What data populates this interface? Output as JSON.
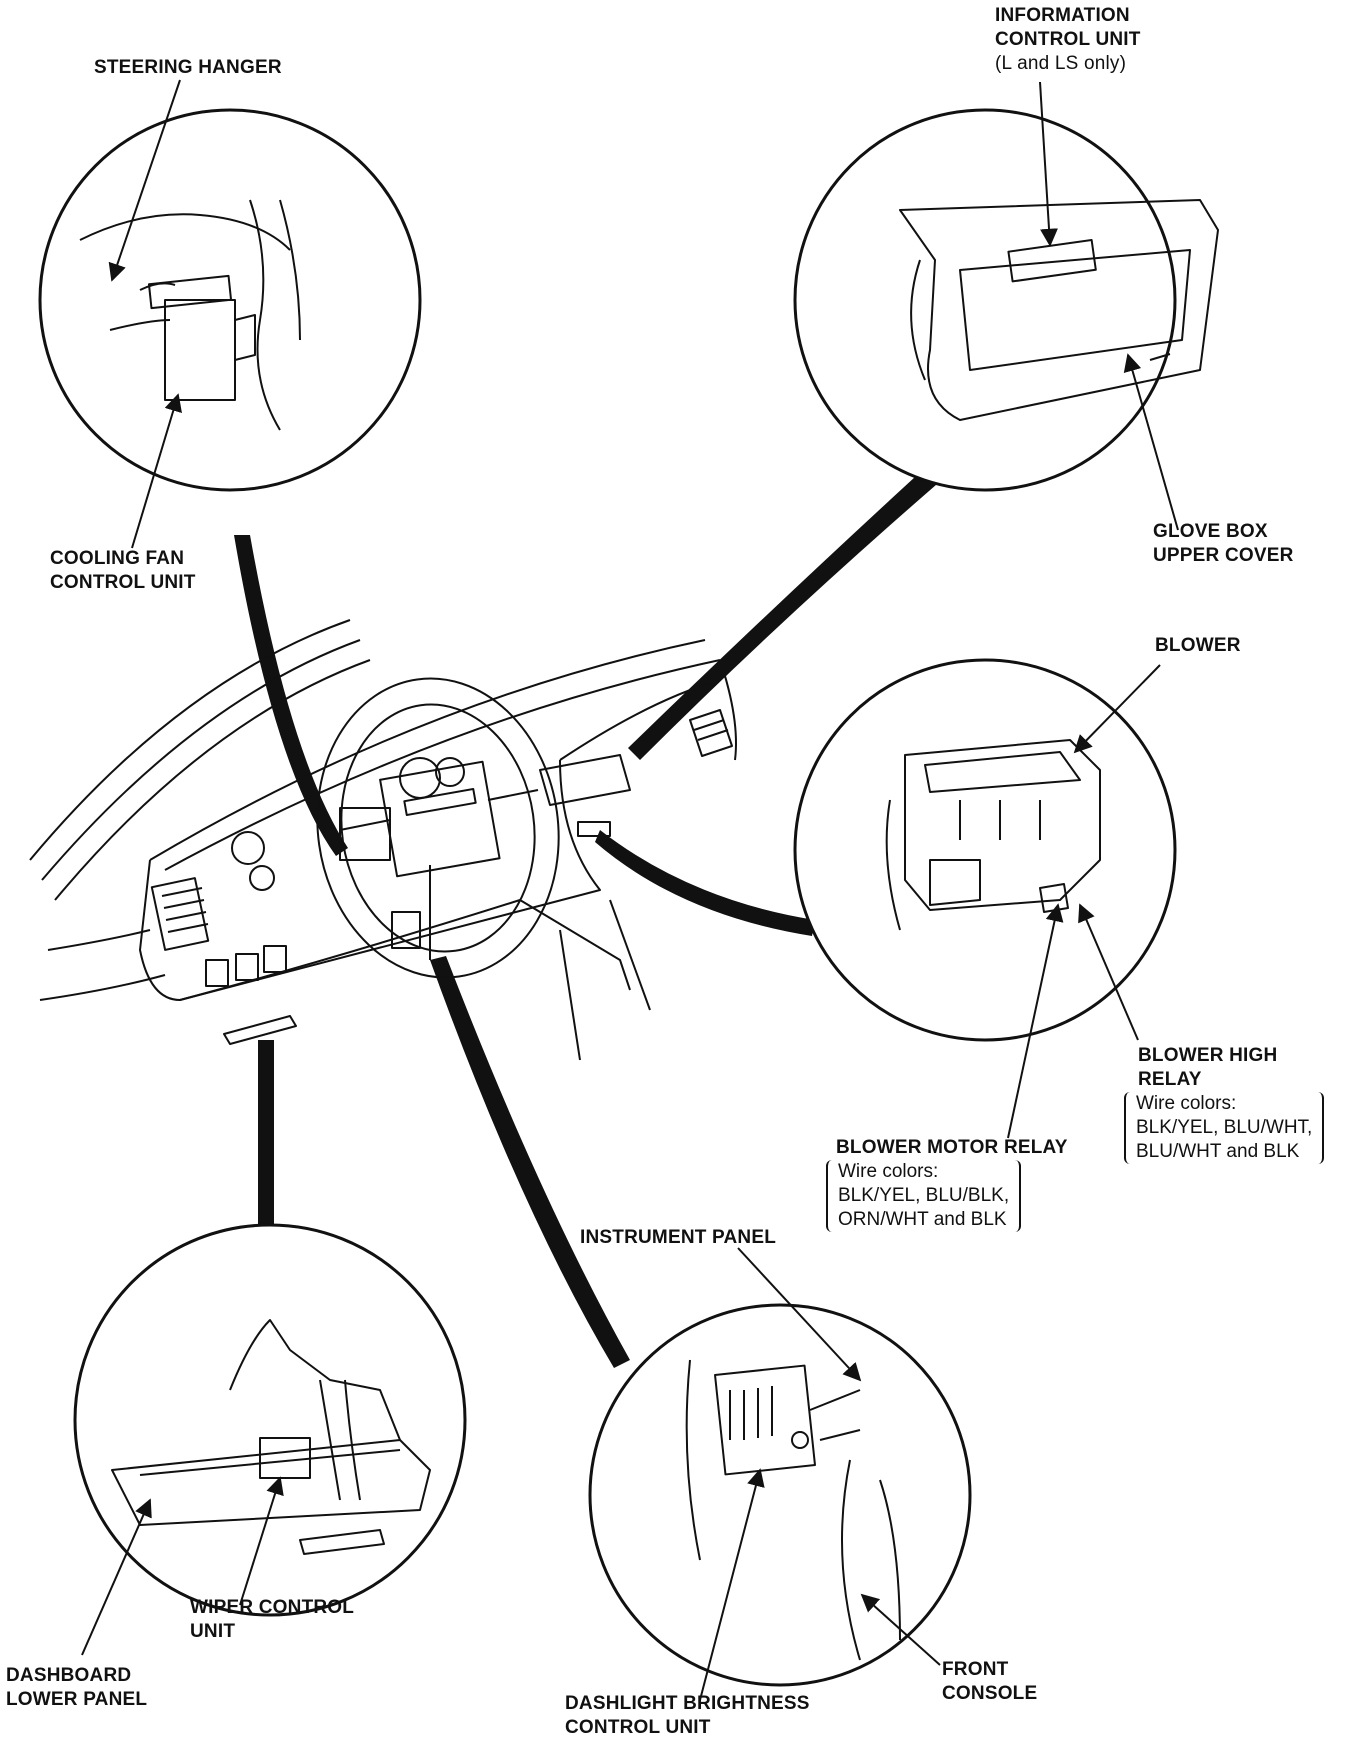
{
  "labels": {
    "steering_hanger": "STEERING HANGER",
    "cooling_fan": [
      "COOLING FAN",
      "CONTROL UNIT"
    ],
    "information_control": [
      "INFORMATION",
      "CONTROL UNIT",
      "(L and LS only)"
    ],
    "glove_box": [
      "GLOVE BOX",
      "UPPER COVER"
    ],
    "blower": "BLOWER",
    "blower_high_relay": [
      "BLOWER HIGH",
      "RELAY"
    ],
    "blower_high_wires": [
      "Wire colors:",
      "BLK/YEL, BLU/WHT,",
      "BLU/WHT and BLK"
    ],
    "blower_motor_relay": "BLOWER MOTOR RELAY",
    "blower_motor_wires": [
      "Wire colors:",
      "BLK/YEL, BLU/BLK,",
      "ORN/WHT and BLK"
    ],
    "instrument_panel": "INSTRUMENT PANEL",
    "wiper_control": [
      "WIPER CONTROL",
      "UNIT"
    ],
    "dashboard_lower": [
      "DASHBOARD",
      "LOWER PANEL"
    ],
    "front_console": [
      "FRONT",
      "CONSOLE"
    ],
    "dashlight": [
      "DASHLIGHT BRIGHTNESS",
      "CONTROL UNIT"
    ]
  },
  "colors": {
    "ink": "#111111",
    "paper": "#ffffff"
  }
}
